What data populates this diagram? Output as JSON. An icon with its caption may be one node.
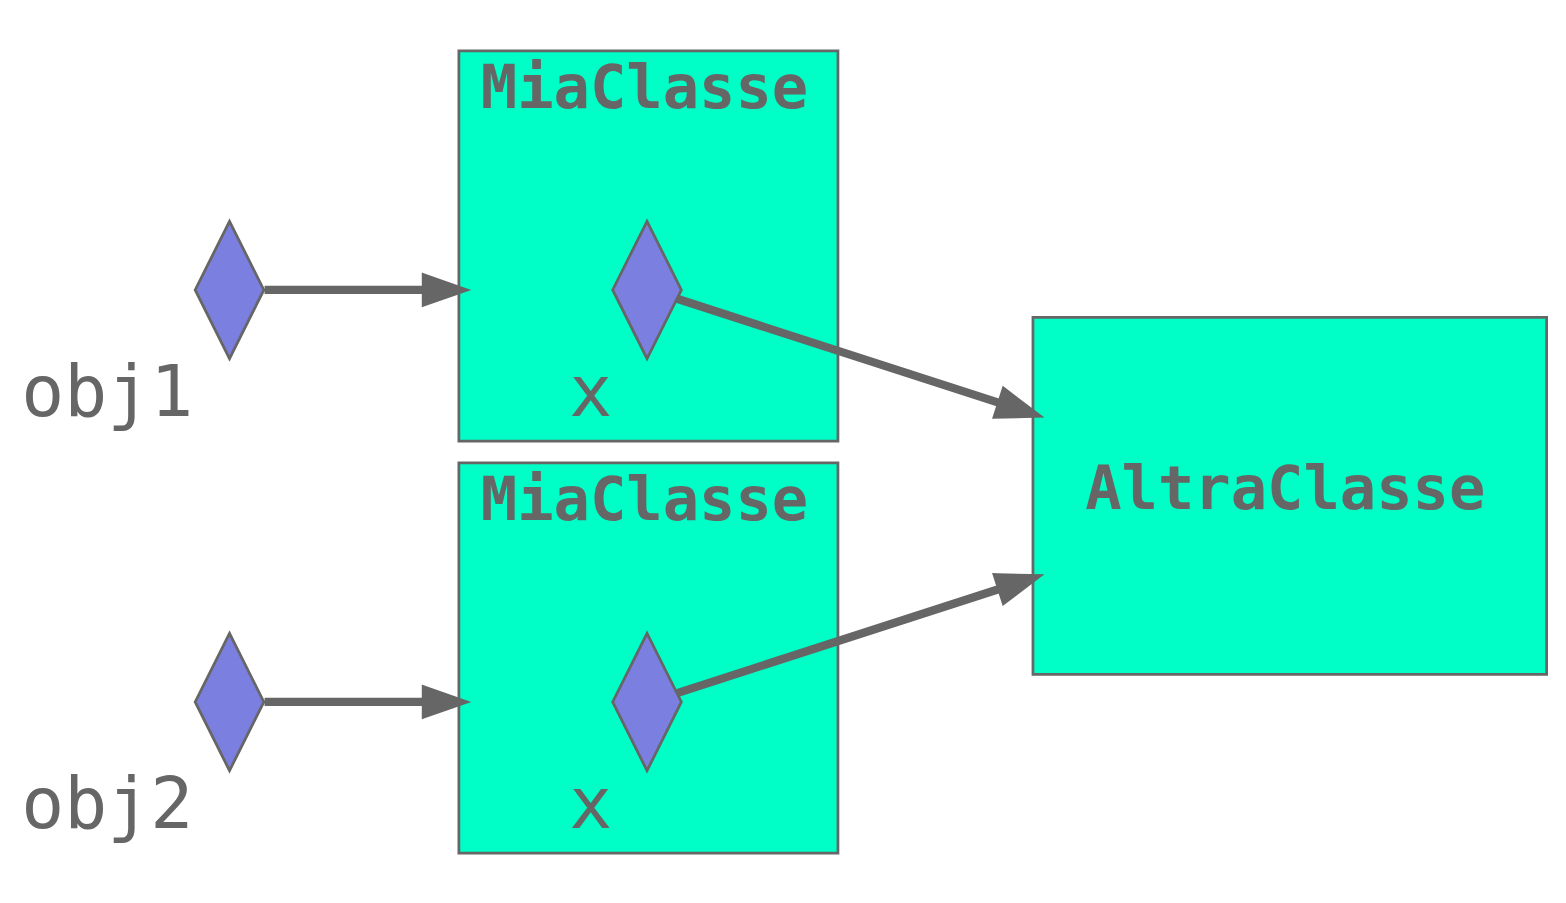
{
  "diagram": {
    "nodes": [
      {
        "text": [],
        "shape": "diamond",
        "beside": [
          "obj1"
        ]
      },
      {
        "text": [
          "MiaClasse"
        ]
      },
      {
        "text": [],
        "shape": "diamond",
        "in": 1,
        "beside": [
          "x"
        ]
      },
      {
        "text": [
          "AltraClasse"
        ]
      },
      {
        "text": [],
        "shape": "diamond",
        "beside": [
          "obj2"
        ]
      },
      {
        "text": [
          "MiaClasse"
        ]
      },
      {
        "text": [],
        "shape": "diamond",
        "in": 5,
        "beside": [
          "x"
        ]
      }
    ],
    "edges": [
      {
        "from": 0,
        "to": 1,
        "arrow": "to"
      },
      {
        "from": 2,
        "to": 3,
        "arrow": "to"
      },
      {
        "from": 4,
        "to": 5,
        "arrow": "to"
      },
      {
        "from": 6,
        "to": 3,
        "arrow": "to"
      }
    ]
  }
}
